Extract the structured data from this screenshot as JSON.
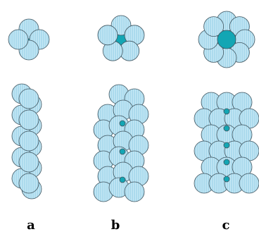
{
  "colors": {
    "sphere_fill": "#a9d9ec",
    "sphere_stripe": "#c6e8f5",
    "sphere_stroke": "#3f5560",
    "core_fill": "#13a6b4"
  },
  "panels": [
    {
      "id": "a",
      "label": "a",
      "ring_count": 4
    },
    {
      "id": "b",
      "label": "b",
      "ring_count": 5
    },
    {
      "id": "c",
      "label": "c",
      "ring_count": 8
    }
  ]
}
